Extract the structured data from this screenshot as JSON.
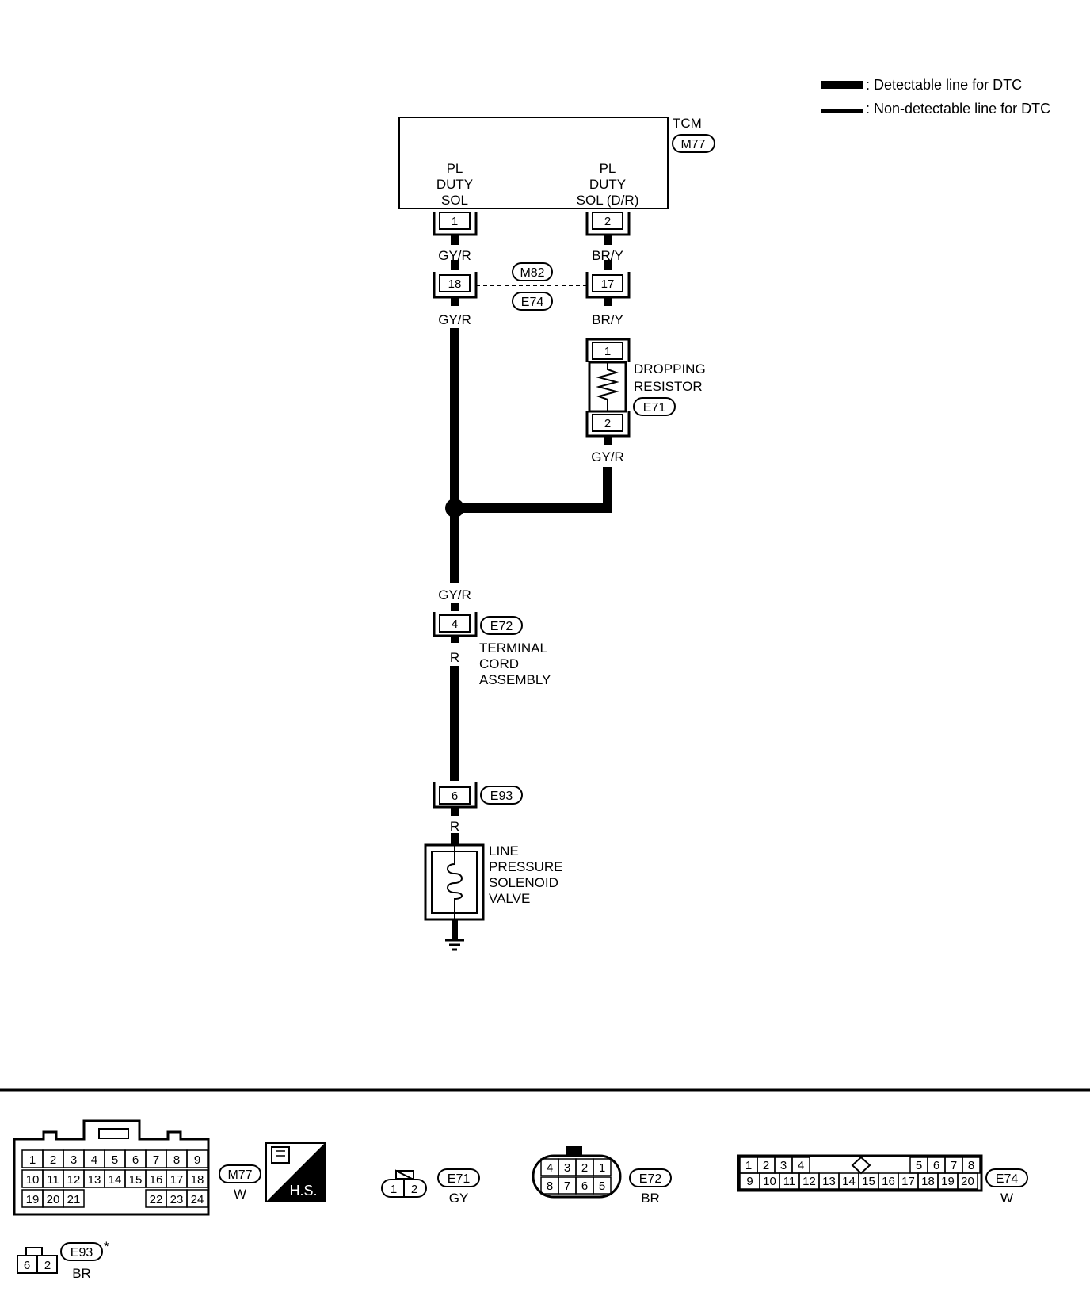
{
  "legend": {
    "detectable": ": Detectable line for DTC",
    "non_detectable": ": Non-detectable line for DTC"
  },
  "tcm": {
    "title": "TCM",
    "connector": "M77",
    "left_func": [
      "PL",
      "DUTY",
      "SOL"
    ],
    "right_func": [
      "PL",
      "DUTY",
      "SOL (D/R)"
    ],
    "left_pin": "1",
    "right_pin": "2"
  },
  "wires": {
    "gy_r": "GY/R",
    "br_y": "BR/Y",
    "r": "R"
  },
  "joint": {
    "top": "M82",
    "bottom": "E74",
    "left_pin": "18",
    "right_pin": "17"
  },
  "resistor": {
    "name": [
      "DROPPING",
      "RESISTOR"
    ],
    "connector": "E71",
    "pin_top": "1",
    "pin_bottom": "2"
  },
  "terminal_cord": {
    "connector": "E72",
    "pin": "4",
    "name": [
      "TERMINAL",
      "CORD",
      "ASSEMBLY"
    ]
  },
  "e93": {
    "connector": "E93",
    "pin": "6"
  },
  "solenoid": {
    "name": [
      "LINE",
      "PRESSURE",
      "SOLENOID",
      "VALVE"
    ]
  },
  "connectors": {
    "m77": {
      "id": "M77",
      "color": "W",
      "row1": [
        "1",
        "2",
        "3",
        "4",
        "5",
        "6",
        "7",
        "8",
        "9"
      ],
      "row2": [
        "10",
        "11",
        "12",
        "13",
        "14",
        "15",
        "16",
        "17",
        "18"
      ],
      "row3a": [
        "19",
        "20",
        "21"
      ],
      "row3b": [
        "22",
        "23",
        "24"
      ]
    },
    "hs": "H.S.",
    "e71": {
      "id": "E71",
      "color": "GY",
      "pins": [
        "1",
        "2"
      ]
    },
    "e72": {
      "id": "E72",
      "color": "BR",
      "row1": [
        "4",
        "3",
        "2",
        "1"
      ],
      "row2": [
        "8",
        "7",
        "6",
        "5"
      ]
    },
    "e74": {
      "id": "E74",
      "color": "W",
      "row1a": [
        "1",
        "2",
        "3",
        "4"
      ],
      "row1b": [
        "5",
        "6",
        "7",
        "8"
      ],
      "row2": [
        "9",
        "10",
        "11",
        "12",
        "13",
        "14",
        "15",
        "16",
        "17",
        "18",
        "19",
        "20"
      ]
    },
    "e93": {
      "id": "E93",
      "color": "BR",
      "pins": [
        "6",
        "2"
      ],
      "mark": "*"
    }
  }
}
